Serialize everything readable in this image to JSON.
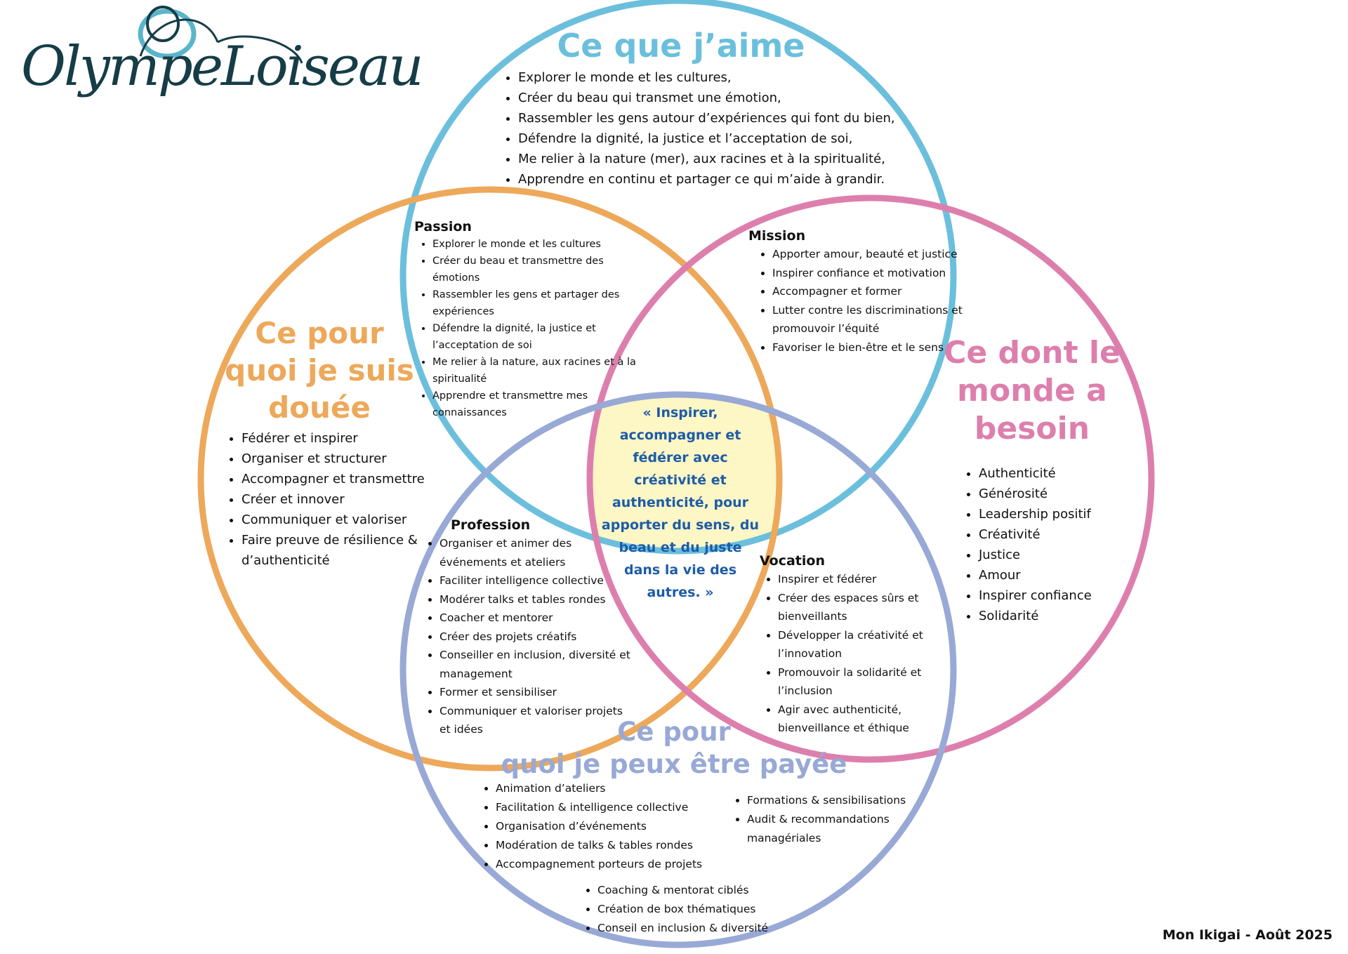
{
  "logo": {
    "text": "OlympeLoiseau"
  },
  "colors": {
    "love": "#6bbfdc",
    "good_at": "#eda85a",
    "world_needs": "#dd7fad",
    "paid_for": "#98a9d6",
    "center_fill": "#fdf6c5",
    "center_text": "#1c5ca8"
  },
  "circles": {
    "love": {
      "title": "Ce que j’aime",
      "items": [
        "Explorer le monde et les cultures,",
        "Créer du beau qui transmet une émotion,",
        "Rassembler les gens autour d’expériences qui font du bien,",
        "Défendre la dignité, la justice et l’acceptation de soi,",
        "Me relier à la nature (mer), aux racines et à la spiritualité,",
        "Apprendre en continu et partager ce qui m’aide à grandir."
      ]
    },
    "good_at": {
      "title_lines": [
        "Ce pour",
        "quoi je suis",
        "douée"
      ],
      "items": [
        "Fédérer et inspirer",
        "Organiser et structurer",
        "Accompagner et transmettre",
        "Créer et innover",
        "Communiquer et valoriser",
        "Faire preuve de résilience & d’authenticité"
      ]
    },
    "world_needs": {
      "title_lines": [
        "Ce dont le",
        "monde a",
        "besoin"
      ],
      "items": [
        "Authenticité",
        "Générosité",
        "Leadership positif",
        "Créativité",
        "Justice",
        "Amour",
        "Inspirer confiance",
        "Solidarité"
      ]
    },
    "paid_for": {
      "title_lines": [
        "Ce pour",
        "quoi je peux être payée"
      ],
      "items_left": [
        "Animation d’ateliers",
        "Facilitation & intelligence collective",
        "Organisation d’événements",
        "Modération de talks & tables rondes",
        "Accompagnement porteurs de projets"
      ],
      "items_right": [
        "Formations & sensibilisations",
        "Audit & recommandations managériales"
      ],
      "items_bottom": [
        "Coaching & mentorat ciblés",
        "Création de box thématiques",
        "Conseil en inclusion & diversité"
      ]
    }
  },
  "intersections": {
    "passion": {
      "title": "Passion",
      "items": [
        "Explorer le monde et les cultures",
        "Créer du beau et transmettre des émotions",
        "Rassembler les gens et partager des expériences",
        "Défendre la dignité, la justice et l’acceptation de soi",
        "Me relier à la nature, aux racines et à la spiritualité",
        "Apprendre et transmettre mes connaissances"
      ]
    },
    "mission": {
      "title": "Mission",
      "items": [
        "Apporter amour, beauté et justice",
        "Inspirer confiance et motivation",
        "Accompagner et former",
        "Lutter contre les discriminations et promouvoir l’équité",
        "Favoriser le bien-être et le sens"
      ]
    },
    "profession": {
      "title": "Profession",
      "items": [
        "Organiser et animer des événements et ateliers",
        "Faciliter intelligence collective",
        "Modérer talks et tables rondes",
        "Coacher et mentorer",
        "Créer des projets créatifs",
        "Conseiller en inclusion, diversité et management",
        "Former et sensibiliser",
        "Communiquer et valoriser projets et idées"
      ]
    },
    "vocation": {
      "title": "Vocation",
      "items": [
        "Inspirer et fédérer",
        "Créer des espaces sûrs et bienveillants",
        "Développer la créativité et l’innovation",
        "Promouvoir la solidarité et l’inclusion",
        "Agir avec authenticité, bienveillance et éthique"
      ]
    }
  },
  "center": {
    "quote": "« Inspirer, accompagner et fédérer avec créativité et authenticité, pour apporter du sens, du beau et du juste dans la vie des autres. »"
  },
  "footer": {
    "text": "Mon Ikigai - Août 2025"
  }
}
